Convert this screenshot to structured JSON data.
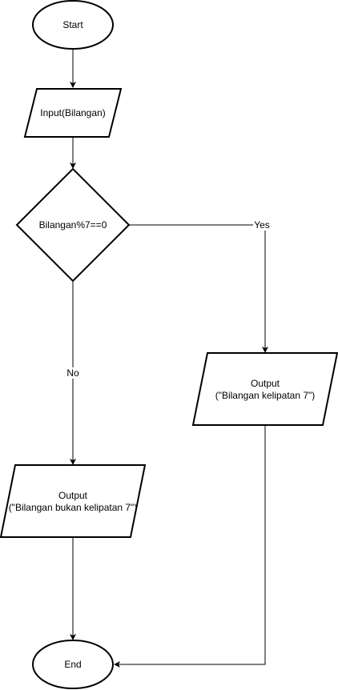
{
  "diagram": {
    "nodes": {
      "start": {
        "shape": "terminator",
        "lines": [
          "Start"
        ]
      },
      "input": {
        "shape": "data",
        "lines": [
          "Input(Bilangan)"
        ]
      },
      "decision": {
        "shape": "decision",
        "lines": [
          "Bilangan%7==0"
        ]
      },
      "output_yes": {
        "shape": "data",
        "lines": [
          "Output",
          "(\"Bilangan kelipatan 7\")"
        ]
      },
      "output_no": {
        "shape": "data",
        "lines": [
          "Output",
          "(\"Bilangan bukan kelipatan 7\")"
        ]
      },
      "end": {
        "shape": "terminator",
        "lines": [
          "End"
        ]
      }
    },
    "edges": {
      "start_to_input": {
        "from": "start",
        "to": "input",
        "label": ""
      },
      "input_to_decision": {
        "from": "input",
        "to": "decision",
        "label": ""
      },
      "decision_yes": {
        "from": "decision",
        "to": "output_yes",
        "label": "Yes"
      },
      "decision_no": {
        "from": "decision",
        "to": "output_no",
        "label": "No"
      },
      "yes_to_end": {
        "from": "output_yes",
        "to": "end",
        "label": ""
      },
      "no_to_end": {
        "from": "output_no",
        "to": "end",
        "label": ""
      }
    },
    "colors": {
      "stroke": "#000000",
      "fill": "#ffffff",
      "background": "#ffffff"
    }
  }
}
